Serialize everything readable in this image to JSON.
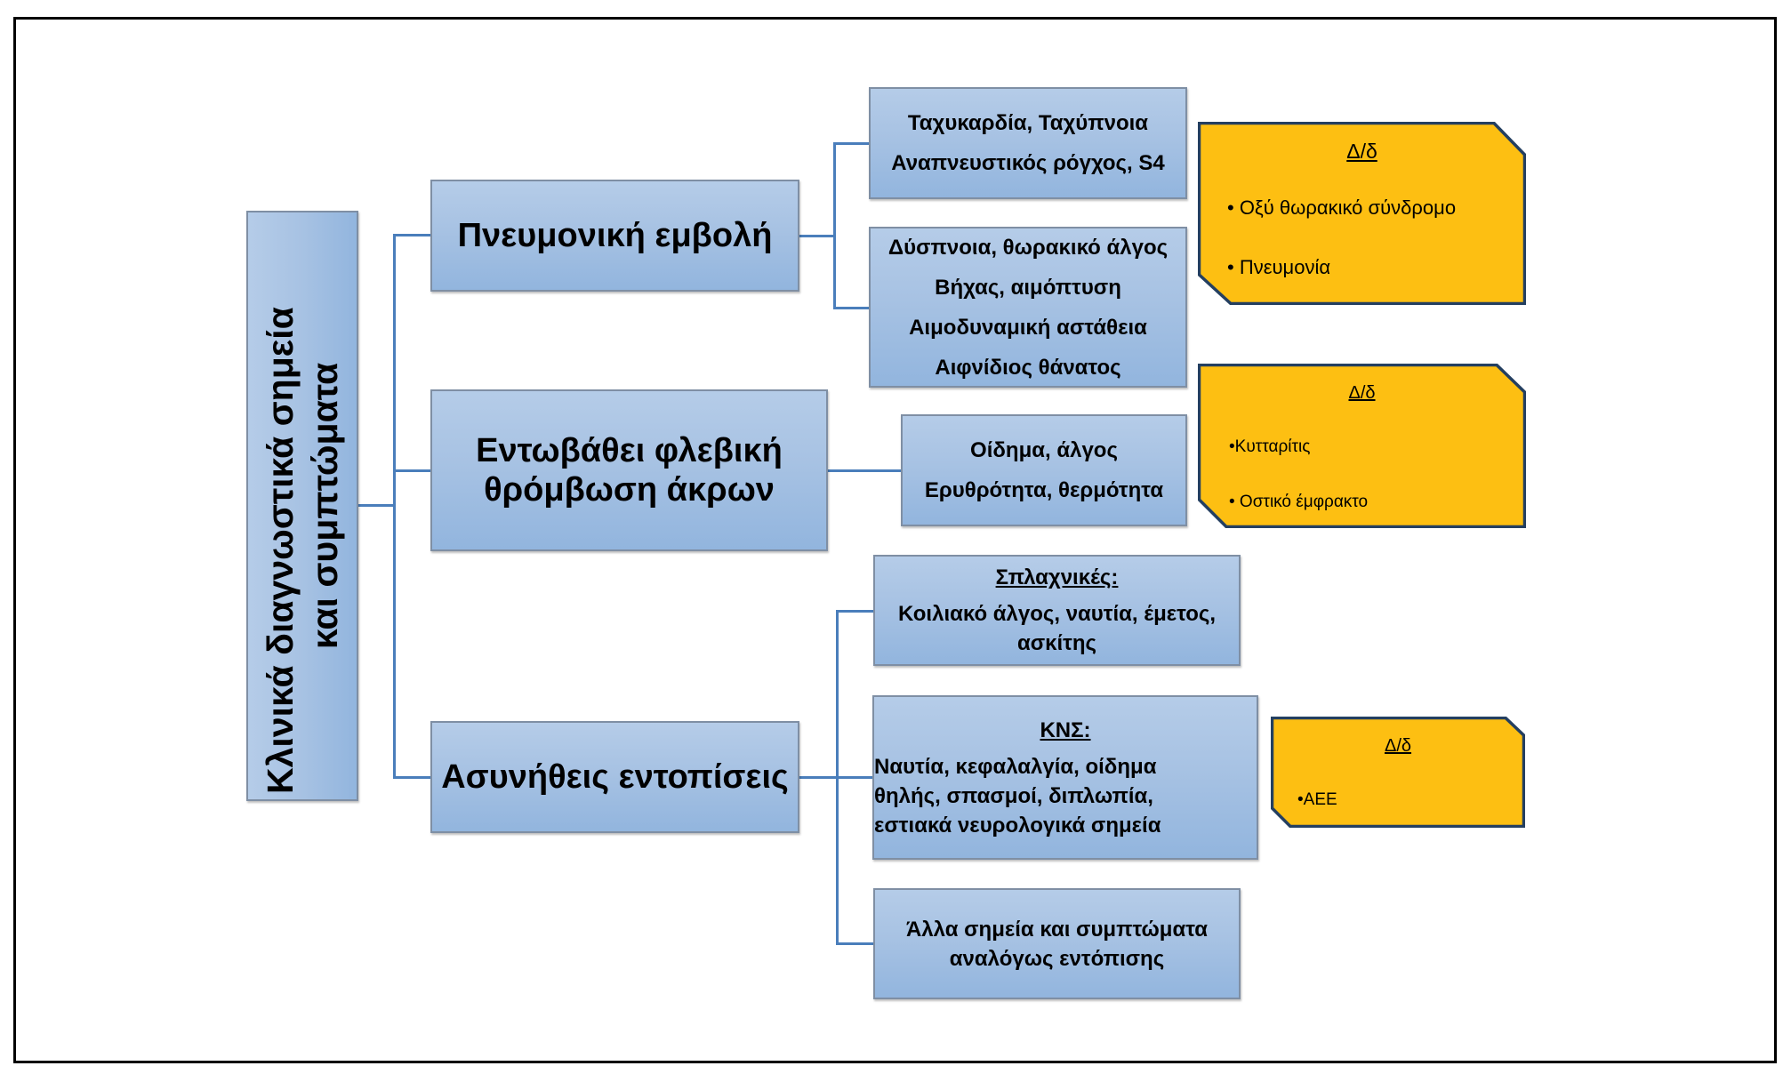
{
  "root": {
    "line1": "Κλινικά διαγνωστικά σημεία",
    "line2": "και συμπτώματα"
  },
  "branches": [
    {
      "label": [
        "Πνευμονική εμβολή"
      ],
      "children": [
        {
          "lines": [
            "Ταχυκαρδία, Ταχύπνοια",
            "Αναπνευστικός ρόγχος, S4"
          ]
        },
        {
          "lines": [
            "Δύσπνοια, θωρακικό άλγος",
            "Βήχας, αιμόπτυση",
            "Αιμοδυναμική αστάθεια",
            "Αιφνίδιος θάνατος"
          ]
        }
      ],
      "differential": {
        "title": "Δ/δ",
        "items": [
          "• Οξύ θωρακικό σύνδρομο",
          "• Πνευμονία"
        ]
      }
    },
    {
      "label": [
        "Εντωβάθει φλεβική",
        "θρόμβωση άκρων"
      ],
      "children": [
        {
          "lines": [
            "Οίδημα, άλγος",
            "Ερυθρότητα, θερμότητα"
          ]
        }
      ],
      "differential": {
        "title": "Δ/δ",
        "items": [
          "•Κυτταρίτις",
          "• Οστικό έμφρακτο"
        ]
      }
    },
    {
      "label": [
        "Ασυνήθεις εντοπίσεις"
      ],
      "children": [
        {
          "heading": "Σπλαχνικές:",
          "lines": [
            "Κοιλιακό άλγος, ναυτία, έμετος,",
            "ασκίτης"
          ]
        },
        {
          "heading": "ΚΝΣ:",
          "lines": [
            "Ναυτία, κεφαλαλγία, οίδημα",
            "θηλής, σπασμοί, διπλωπία,",
            "εστιακά νευρολογικά σημεία"
          ]
        },
        {
          "lines": [
            "Άλλα σημεία και συμπτώματα",
            "αναλόγως εντόπισης"
          ]
        }
      ],
      "differential": {
        "title": "Δ/δ",
        "items": [
          "•AEE"
        ]
      }
    }
  ],
  "colors": {
    "connector": "#4A7EBB",
    "box_fill_top": "#b5cce8",
    "box_fill_bottom": "#92b5de",
    "differential_fill": "#FDBF12",
    "differential_border": "#243F60"
  }
}
